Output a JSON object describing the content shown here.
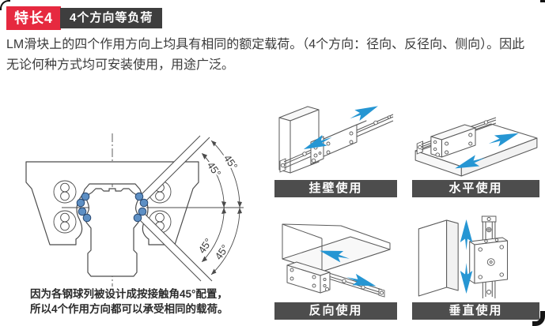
{
  "badge": {
    "label": "特长4",
    "title": "4个方向等负荷"
  },
  "intro": {
    "text": "LM滑块上的四个作用方向上均具有相同的额定载荷。（4个方向：径向、反径向、侧向）。因此无论何种方式均可安装使用，用途广泛。"
  },
  "diagram": {
    "angle_labels": {
      "upper_inner": "45°",
      "upper_outer": "45°",
      "lower_inner": "45°",
      "lower_outer": "45°"
    },
    "caption_line1": "因为各钢球列被设计成按接触角45°配置，",
    "caption_line2": "所以4个作用方向都可以承受相同的载荷。"
  },
  "orientations": [
    {
      "id": "wall-mount",
      "label": "挂壁使用"
    },
    {
      "id": "horizontal",
      "label": "水平使用"
    },
    {
      "id": "inverted",
      "label": "反向使用"
    },
    {
      "id": "vertical",
      "label": "垂直使用"
    }
  ],
  "colors": {
    "badge_red": "#e6293f",
    "badge_dark": "#3e3e3e",
    "bar_bg": "#4d4d4d",
    "arrow_blue": "#2696d3",
    "ball_blue": "#5d8fc4",
    "ball_stroke": "#2a4a72",
    "dline": "#4b4b4b",
    "text": "#3a3a3a"
  }
}
